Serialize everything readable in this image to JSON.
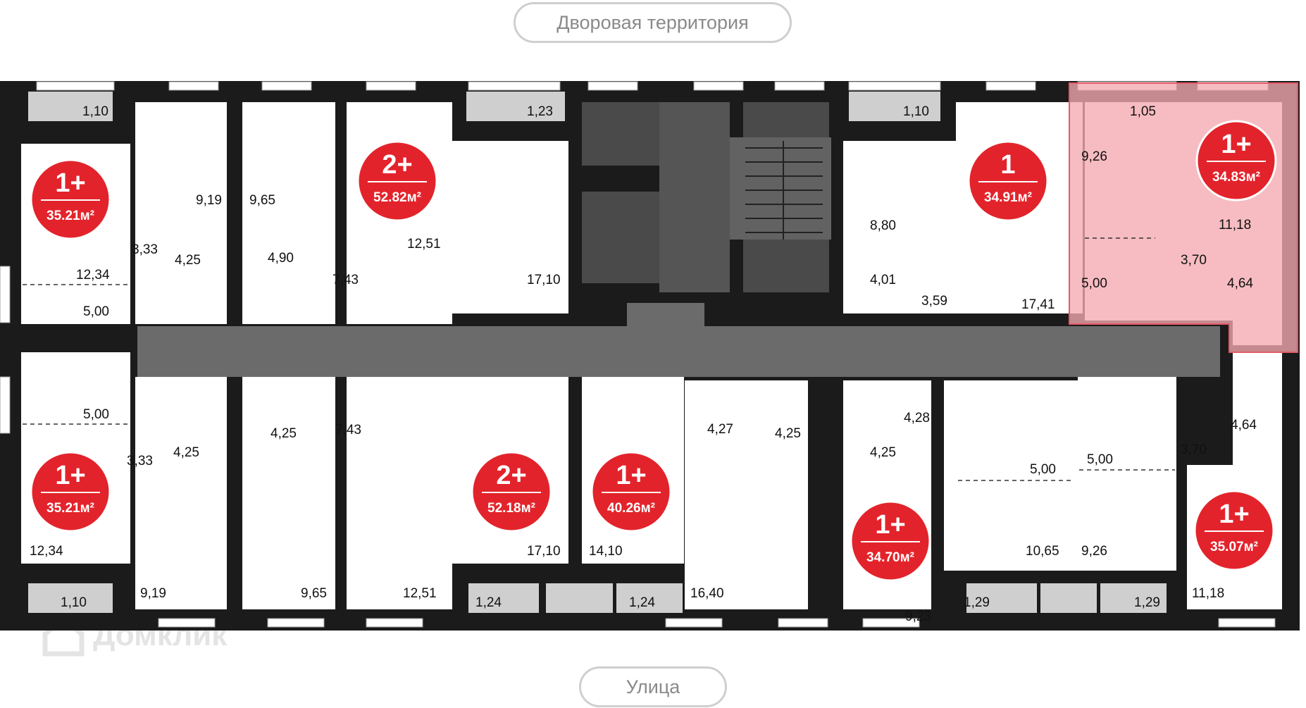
{
  "labels": {
    "courtyard": "Дворовая территория",
    "street": "Улица",
    "watermark": "Домклик"
  },
  "colors": {
    "wall": "#1b1b1b",
    "core": "#4a4a4a",
    "corridor": "#6b6b6b",
    "balcony": "#cfcfcf",
    "badge": "#e3232b",
    "highlight": "#f3a9b0",
    "highlight_border": "#e55a67"
  },
  "badges": [
    {
      "type": "1+",
      "area": "35.21м²"
    },
    {
      "type": "2+",
      "area": "52.82м²"
    },
    {
      "type": "1",
      "area": "34.91м²"
    },
    {
      "type": "1+",
      "area": "34.83м²"
    },
    {
      "type": "1+",
      "area": "35.21м²"
    },
    {
      "type": "2+",
      "area": "52.18м²"
    },
    {
      "type": "1+",
      "area": "40.26м²"
    },
    {
      "type": "1+",
      "area": "34.70м²"
    },
    {
      "type": "1+",
      "area": "35.07м²"
    }
  ],
  "areas": [
    "1,10",
    "1,23",
    "1,10",
    "1,05",
    "9,19",
    "9,65",
    "9,26",
    "3,33",
    "4,25",
    "4,90",
    "7,43",
    "12,51",
    "17,10",
    "8,80",
    "4,01",
    "3,59",
    "17,41",
    "11,18",
    "3,70",
    "4,64",
    "12,34",
    "5,00",
    "5,00",
    "5,00",
    "3,33",
    "4,25",
    "4,25",
    "7,43",
    "4,27",
    "4,25",
    "4,28",
    "4,25",
    "4,64",
    "3,70",
    "5,00",
    "5,00",
    "12,34",
    "17,10",
    "14,10",
    "10,65",
    "9,26",
    "11,18",
    "9,19",
    "9,65",
    "12,51",
    "16,40",
    "9,23",
    "1,10",
    "1,24",
    "1,24",
    "1,29",
    "1,29"
  ]
}
